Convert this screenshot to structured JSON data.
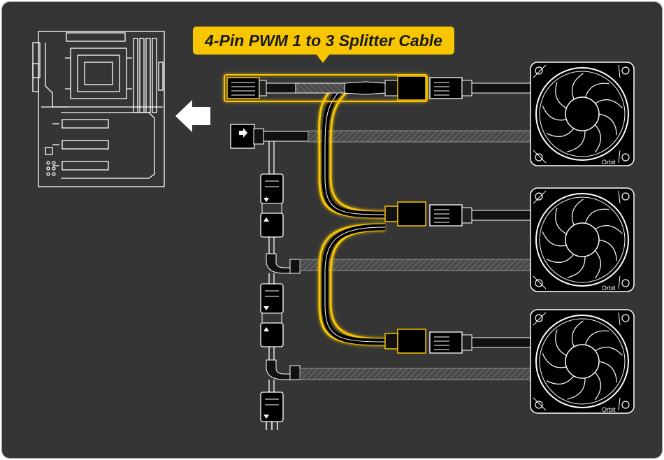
{
  "callout": {
    "label": "4-Pin PWM 1 to 3 Splitter Cable"
  },
  "fans": [
    {
      "brand": "Orbit"
    },
    {
      "brand": "Orbit"
    },
    {
      "brand": "Orbit"
    }
  ],
  "colors": {
    "background": "#353535",
    "highlight": "#f7c600",
    "line": "#ffffff",
    "connector": "#000000"
  },
  "icons": {
    "direction": "arrow-left-icon",
    "board": "motherboard-icon",
    "fan": "case-fan-icon"
  }
}
